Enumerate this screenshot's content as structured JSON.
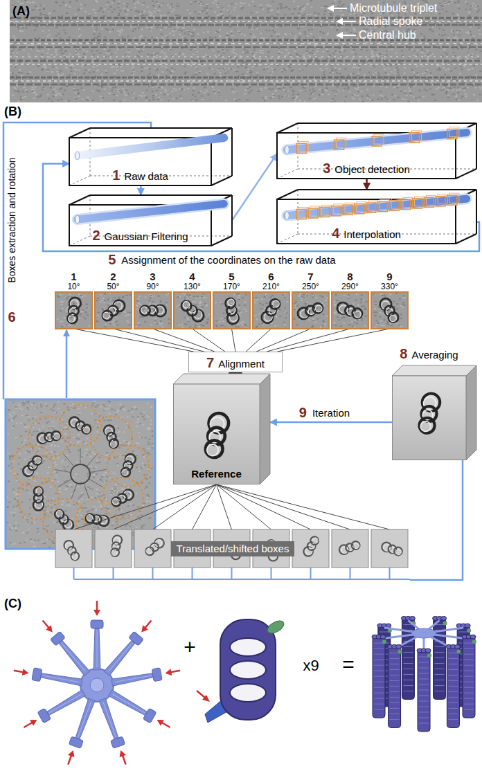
{
  "diagram": {
    "nodes": [
      {
        "text": [
          "1",
          "Raw data"
        ]
      },
      {
        "text": [
          "2",
          "Gaussian Filtering"
        ]
      },
      {
        "text": [
          "3",
          "Object detection"
        ]
      },
      {
        "text": [
          "4",
          "Interpolation"
        ]
      },
      {
        "text": [
          "7",
          "Alignment"
        ]
      },
      {
        "text": [
          "Reference"
        ]
      },
      {
        "text": [
          "8",
          "Averaging"
        ]
      },
      {
        "text": [
          "Translated/shifted boxes"
        ]
      },
      {
        "text": [
          "1",
          "10°"
        ]
      },
      {
        "text": [
          "2",
          "50°"
        ]
      },
      {
        "text": [
          "3",
          "90°"
        ]
      },
      {
        "text": [
          "4",
          "130°"
        ]
      },
      {
        "text": [
          "5",
          "170°"
        ]
      },
      {
        "text": [
          "6",
          "210°"
        ]
      },
      {
        "text": [
          "7",
          "250°"
        ]
      },
      {
        "text": [
          "8",
          "290°"
        ]
      },
      {
        "text": [
          "9",
          "330°"
        ]
      }
    ],
    "edges": [
      {
        "from": 0,
        "to": 1,
        "arrow": "to"
      },
      {
        "from": 1,
        "to": 2,
        "arrow": "to"
      },
      {
        "from": 2,
        "to": 3,
        "arrow": "to"
      },
      {
        "from": 3,
        "to": 0,
        "arrow": "to",
        "label": "Assignment of the coordinates on the raw data"
      },
      {
        "from": 8,
        "to": 4,
        "arrow": "none"
      },
      {
        "from": 9,
        "to": 4,
        "arrow": "none"
      },
      {
        "from": 10,
        "to": 4,
        "arrow": "none"
      },
      {
        "from": 11,
        "to": 4,
        "arrow": "none"
      },
      {
        "from": 12,
        "to": 4,
        "arrow": "none"
      },
      {
        "from": 13,
        "to": 4,
        "arrow": "none"
      },
      {
        "from": 14,
        "to": 4,
        "arrow": "none"
      },
      {
        "from": 15,
        "to": 4,
        "arrow": "none"
      },
      {
        "from": 16,
        "to": 4,
        "arrow": "none"
      },
      {
        "from": 6,
        "to": 5,
        "arrow": "to",
        "label": "Iteration"
      },
      {
        "from": 7,
        "to": 6,
        "arrow": "none"
      },
      {
        "from": 5,
        "to": 7,
        "arrow": "none"
      },
      {
        "from": 5,
        "to": 7,
        "arrow": "none"
      },
      {
        "from": 5,
        "to": 7,
        "arrow": "none"
      },
      {
        "from": 5,
        "to": 7,
        "arrow": "none"
      },
      {
        "from": 5,
        "to": 7,
        "arrow": "none"
      },
      {
        "from": 5,
        "to": 7,
        "arrow": "none"
      },
      {
        "from": 5,
        "to": 7,
        "arrow": "none"
      },
      {
        "from": 5,
        "to": 7,
        "arrow": "none"
      },
      {
        "from": 5,
        "to": 7,
        "arrow": "none"
      }
    ],
    "labels": [
      "(A)",
      "Microtubule triplet",
      "Radial spoke",
      "Central hub",
      "(B)",
      "Boxes extraction and rotation",
      "6",
      "5",
      "9",
      "(C)",
      "+",
      "x9",
      "="
    ]
  }
}
